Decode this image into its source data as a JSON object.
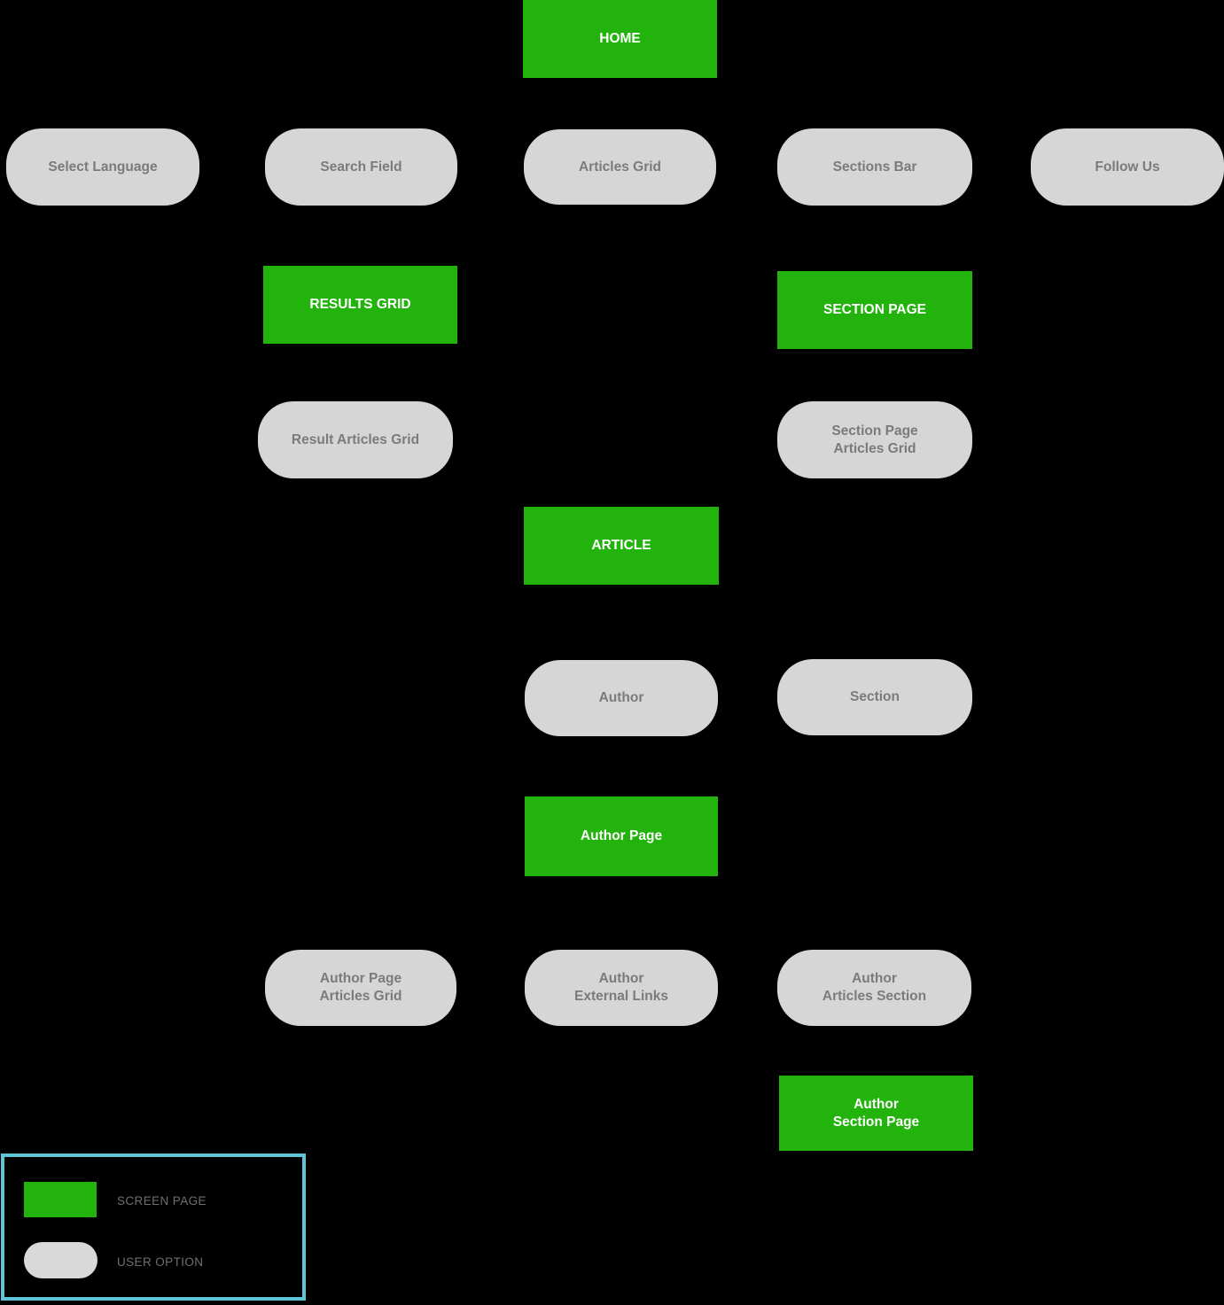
{
  "colors": {
    "background": "#000000",
    "screen_page_fill": "#22b30c",
    "user_option_fill": "#d6d6d6",
    "screen_page_text": "#ffffff",
    "user_option_text": "#7b7b7b",
    "legend_border": "#5fc4d5",
    "legend_label_text": "#6f6f6f"
  },
  "nodes": {
    "home": {
      "label": "HOME",
      "type": "screen-page"
    },
    "select_language": {
      "label": "Select Language",
      "type": "user-option"
    },
    "search_field": {
      "label": "Search Field",
      "type": "user-option"
    },
    "articles_grid": {
      "label": "Articles Grid",
      "type": "user-option"
    },
    "sections_bar": {
      "label": "Sections Bar",
      "type": "user-option"
    },
    "follow_us": {
      "label": "Follow Us",
      "type": "user-option"
    },
    "results_grid": {
      "label": "RESULTS GRID",
      "type": "screen-page"
    },
    "section_page": {
      "label": "SECTION PAGE",
      "type": "screen-page"
    },
    "result_articles_grid": {
      "label": "Result Articles Grid",
      "type": "user-option"
    },
    "section_page_articles_grid": {
      "label": "Section Page\nArticles Grid",
      "type": "user-option"
    },
    "article": {
      "label": "ARTICLE",
      "type": "screen-page"
    },
    "author": {
      "label": "Author",
      "type": "user-option"
    },
    "section": {
      "label": "Section",
      "type": "user-option"
    },
    "author_page": {
      "label": "Author Page",
      "type": "screen-page"
    },
    "author_page_articles_grid": {
      "label": "Author Page\nArticles Grid",
      "type": "user-option"
    },
    "author_external_links": {
      "label": "Author\nExternal Links",
      "type": "user-option"
    },
    "author_articles_section": {
      "label": "Author\nArticles Section",
      "type": "user-option"
    },
    "author_section_page": {
      "label": "Author\nSection Page",
      "type": "screen-page"
    }
  },
  "legend": {
    "screen_page": {
      "label": "SCREEN PAGE",
      "swatch_color": "#22b30c"
    },
    "user_option": {
      "label": "USER OPTION",
      "swatch_color": "#d9d9d9"
    }
  }
}
